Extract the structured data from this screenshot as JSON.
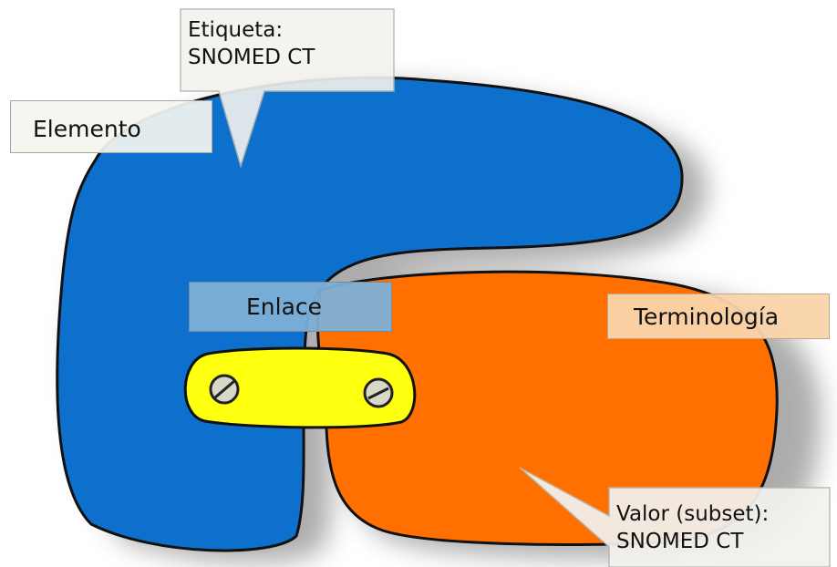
{
  "colors": {
    "element_blob": "#0c70cc",
    "terminology_blob": "#ff7000",
    "link_plate": "#ffff10",
    "outline": "#111111",
    "shadow": "#555555",
    "callout_fill": "#f3f2ee"
  },
  "labels": {
    "elemento": "Elemento",
    "terminologia": "Terminología",
    "enlace": "Enlace"
  },
  "callouts": {
    "etiqueta": {
      "line1": "Etiqueta:",
      "line2": "SNOMED CT"
    },
    "valor": {
      "line1": "Valor (subset):",
      "line2": "SNOMED CT"
    }
  },
  "icons": [
    "screw-icon",
    "screw-icon"
  ]
}
